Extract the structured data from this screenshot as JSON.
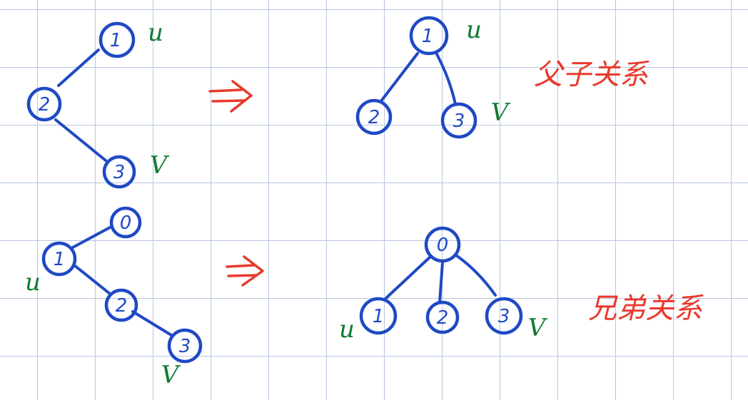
{
  "diagrams": [
    {
      "before": {
        "nodes": [
          {
            "label": "1"
          },
          {
            "label": "2"
          },
          {
            "label": "3"
          }
        ],
        "marks": [
          "u",
          "V"
        ]
      },
      "after": {
        "nodes": [
          {
            "label": "1"
          },
          {
            "label": "2"
          },
          {
            "label": "3"
          }
        ],
        "marks": [
          "u",
          "V"
        ]
      },
      "note": "父子关系"
    },
    {
      "before": {
        "nodes": [
          {
            "label": "0"
          },
          {
            "label": "1"
          },
          {
            "label": "2"
          },
          {
            "label": "3"
          }
        ],
        "marks": [
          "u",
          "V"
        ]
      },
      "after": {
        "nodes": [
          {
            "label": "0"
          },
          {
            "label": "1"
          },
          {
            "label": "2"
          },
          {
            "label": "3"
          }
        ],
        "marks": [
          "u",
          "V"
        ]
      },
      "note": "兄弟关系"
    }
  ],
  "colors": {
    "node_ink": "#1f49c4",
    "mark_ink": "#0f7a32",
    "arrow_ink": "#e8392d",
    "grid": "#b7c5e0"
  }
}
